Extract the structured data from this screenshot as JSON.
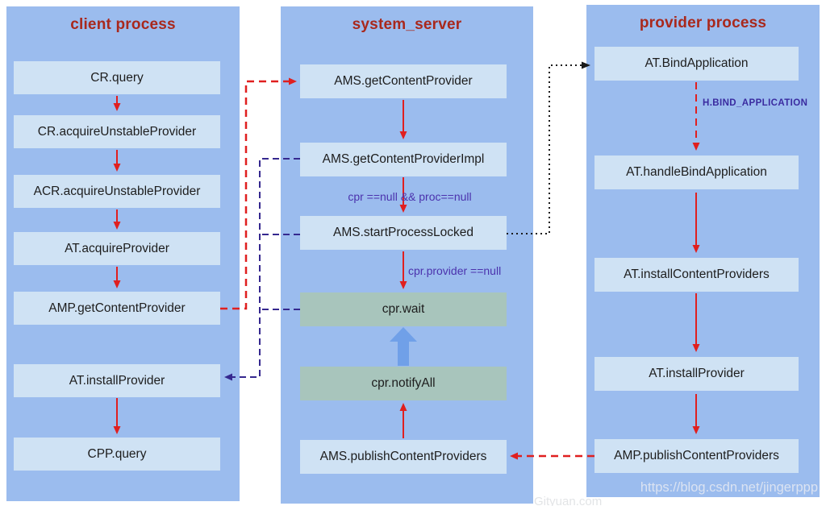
{
  "diagram": {
    "columns": [
      {
        "id": "client",
        "title": "client process",
        "boxes": [
          "CR.query",
          "CR.acquireUnstableProvider",
          "ACR.acquireUnstableProvider",
          "AT.acquireProvider",
          "AMP.getContentProvider",
          "AT.installProvider",
          "CPP.query"
        ]
      },
      {
        "id": "system_server",
        "title": "system_server",
        "boxes": [
          "AMS.getContentProvider",
          "AMS.getContentProviderImpl",
          "AMS.startProcessLocked",
          "cpr.wait",
          "cpr.notifyAll",
          "AMS.publishContentProviders"
        ]
      },
      {
        "id": "provider",
        "title": "provider process",
        "boxes": [
          "AT.BindApplication",
          "AT.handleBindApplication",
          "AT.installContentProviders",
          "AT.installProvider",
          "AMP.publishContentProviders"
        ]
      }
    ],
    "edge_labels": {
      "cpr_null": "cpr ==null && proc==null",
      "cpr_provider_null": "cpr.provider ==null",
      "h_bind": "H.BIND_APPLICATION"
    },
    "watermarks": {
      "csdn": "https://blog.csdn.net/jingerppp",
      "gityuan": "Gityuan.com"
    },
    "colors": {
      "panel_blue": "#9bbcee",
      "box_light_blue": "#cfe2f4",
      "box_green": "#a8c5bc",
      "title_red": "#a9281c",
      "arrow_red": "#e01f1f",
      "connector_purple": "#35288f",
      "label_purple": "#4b32ad",
      "dotted_black": "#1a1a1a",
      "thick_arrow_blue": "#70a0e8"
    }
  }
}
